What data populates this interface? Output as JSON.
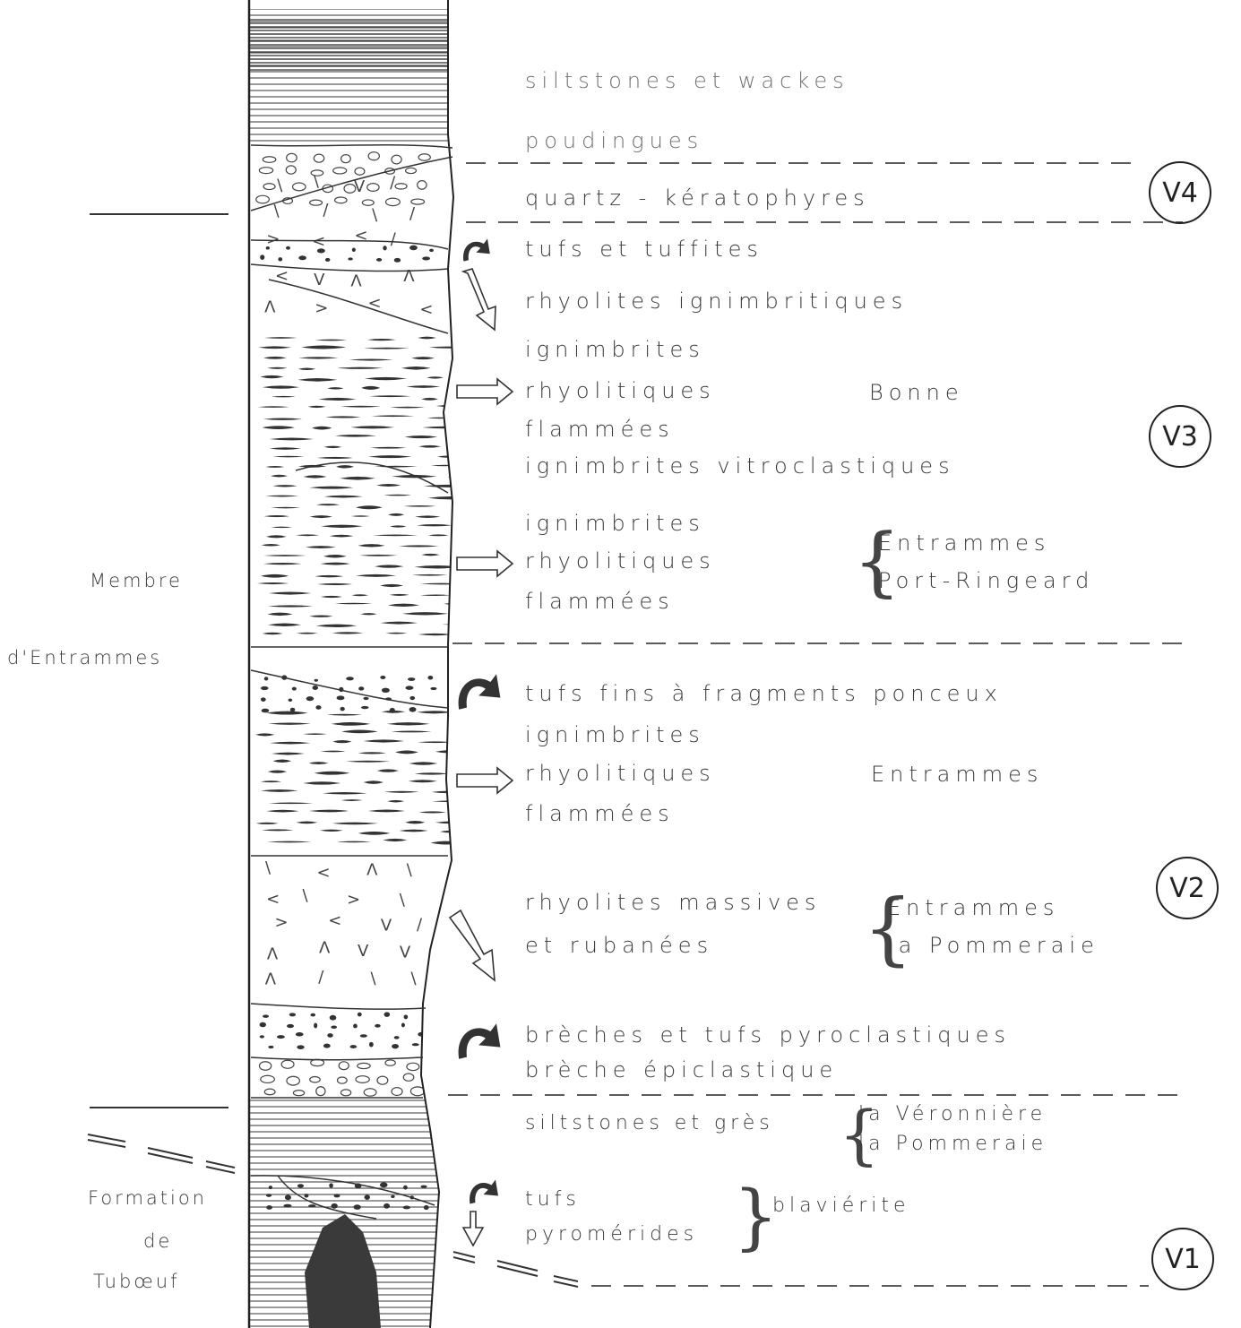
{
  "column_labels": {
    "membre": "Membre",
    "entrammes": "d'Entrammes",
    "formation": "Formation",
    "de": "de",
    "tuboeuf": "Tubœuf"
  },
  "lithologies": [
    "siltstones et wackes",
    "poudingues",
    "quartz - kératophyres",
    "tufs et tuffites",
    "rhyolites ignimbritiques",
    "ignimbrites",
    "rhyolitiques",
    "flammées",
    "ignimbrites vitroclastiques",
    "ignimbrites",
    "rhyolitiques",
    "flammées",
    "tufs fins à fragments ponceux",
    "ignimbrites",
    "rhyolitiques",
    "flammées",
    "rhyolites massives",
    "et rubanées",
    "brèches et tufs pyroclastiques",
    "brèche épiclastique",
    "siltstones et grès",
    "tufs",
    "pyromérides"
  ],
  "localities": {
    "bonne": "Bonne",
    "entrammes_a": "Entrammes",
    "port_ringeard": "Port-Ringeard",
    "entrammes_b": "Entrammes",
    "entrammes_c": "Entrammes",
    "pommeraie_a": "la Pommeraie",
    "veronniere": "la Véronnière",
    "pommeraie_b": "la Pommeraie",
    "blavierite": "blaviérite"
  },
  "units": [
    "V4",
    "V3",
    "V2",
    "V1"
  ]
}
